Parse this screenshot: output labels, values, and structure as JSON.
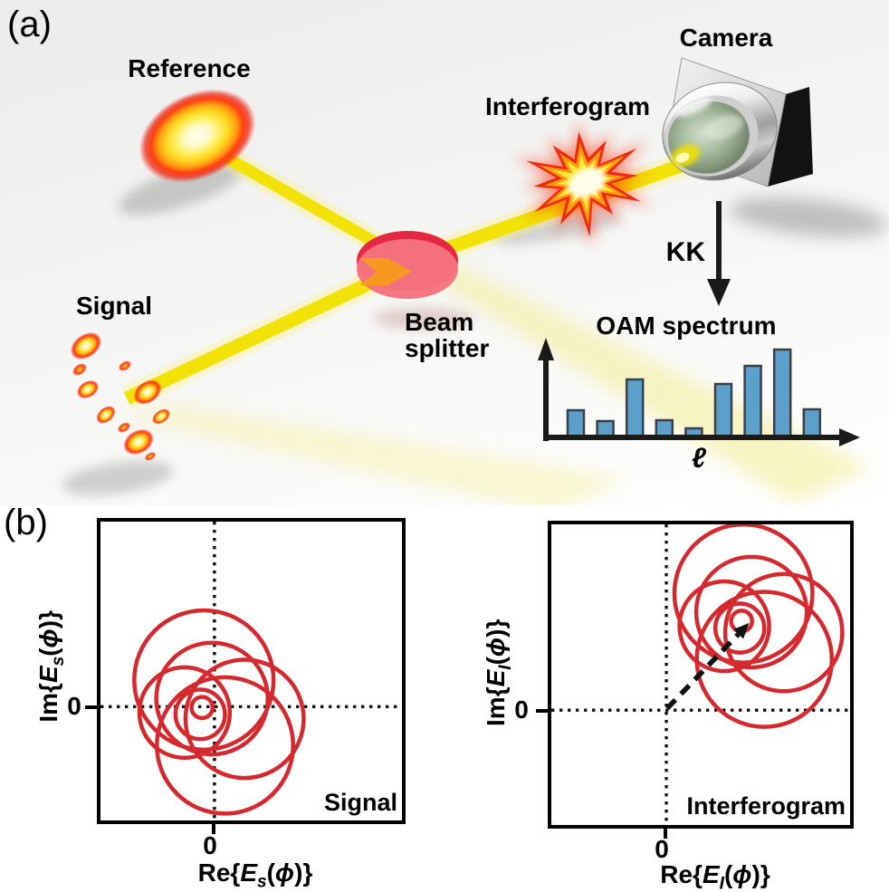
{
  "panel_a": {
    "label": "(a)",
    "labels": {
      "reference": "Reference",
      "camera": "Camera",
      "interferogram": "Interferogram",
      "signal": "Signal",
      "beam_splitter_line1": "Beam",
      "beam_splitter_line2": "splitter",
      "kk": "KK"
    }
  },
  "panel_b": {
    "label": "(b)",
    "plots": [
      {
        "corner_label": "Signal",
        "y_zero": "0",
        "x_zero": "0",
        "ylabel_parts": {
          "prefix": "Im{",
          "var": "E",
          "sub": "s",
          "paren_open": "(",
          "phi": "ϕ",
          "paren_close": ")}"
        },
        "xlabel_parts": {
          "prefix": "Re{",
          "var": "E",
          "sub": "s",
          "paren_open": "(",
          "phi": "ϕ",
          "paren_close": ")}"
        }
      },
      {
        "corner_label": "Interferogram",
        "y_zero": "0",
        "x_zero": "0",
        "ylabel_parts": {
          "prefix": "Im{",
          "var": "E",
          "sub": "I",
          "paren_open": "(",
          "phi": "ϕ",
          "paren_close": ")}"
        },
        "xlabel_parts": {
          "prefix": "Re{",
          "var": "E",
          "sub": "I",
          "paren_open": "(",
          "phi": "ϕ",
          "paren_close": ")}"
        }
      }
    ]
  },
  "chart_data": [
    {
      "id": "oam_spectrum",
      "type": "bar",
      "title": "OAM spectrum",
      "xlabel": "ℓ",
      "ylabel": "",
      "values": [
        0.3,
        0.18,
        0.64,
        0.19,
        0.1,
        0.59,
        0.79,
        0.97,
        0.31
      ],
      "note": "relative OAM mode power vs mode index ℓ; axes unlabeled arrows",
      "bar_color": "#5b9fca",
      "bar_outline": "#3b4048",
      "axis_color": "#1a1a1a"
    },
    {
      "id": "signal_complex_plane",
      "type": "line",
      "title": "Signal",
      "xlabel": "Re{E_s(ϕ)}",
      "ylabel": "Im{E_s(ϕ)}",
      "origin_frac": [
        0.378,
        0.619
      ],
      "circles_pct": [
        [
          34.3,
          53.0,
          23.1
        ],
        [
          37.0,
          59.2,
          18.5
        ],
        [
          47.8,
          66.0,
          19.6
        ],
        [
          41.3,
          74.9,
          22.6
        ],
        [
          27.9,
          63.9,
          15.0
        ],
        [
          33.1,
          64.5,
          8.2
        ],
        [
          33.7,
          62.2,
          3.5
        ]
      ],
      "curve_color": "#d4292f",
      "note": "field trajectory E_s(ϕ) loops around the origin"
    },
    {
      "id": "interferogram_complex_plane",
      "type": "line",
      "title": "Interferogram",
      "xlabel": "Re{E_I(ϕ)}",
      "ylabel": "Im{E_I(ϕ)}",
      "origin_frac": [
        0.385,
        0.618
      ],
      "circles_pct": [
        [
          64.3,
          23.0,
          23.1
        ],
        [
          67.0,
          29.2,
          18.5
        ],
        [
          77.8,
          36.0,
          19.6
        ],
        [
          71.3,
          44.9,
          22.6
        ],
        [
          57.9,
          33.9,
          15.0
        ],
        [
          63.1,
          34.5,
          8.2
        ],
        [
          63.7,
          32.2,
          3.5
        ]
      ],
      "arrow_pct": {
        "from": [
          38.8,
          61.2
        ],
        "to": [
          66.2,
          32.8
        ]
      },
      "curve_color": "#d4292f",
      "note": "trajectory shifted off origin by reference field; dashed arrow = reference offset"
    }
  ],
  "colors": {
    "beam_yellow": "#f2e205",
    "beam_glow": "#faf4a8",
    "bar_fill": "#5b9fca",
    "bar_outline": "#3b4048",
    "axis_black": "#1a1a1a",
    "curve_red": "#d4292f",
    "splitter_pink": "#f4737f",
    "splitter_rim": "#e62742",
    "splitter_arrow_orange": "#f79b1c",
    "text_black": "#000000"
  }
}
